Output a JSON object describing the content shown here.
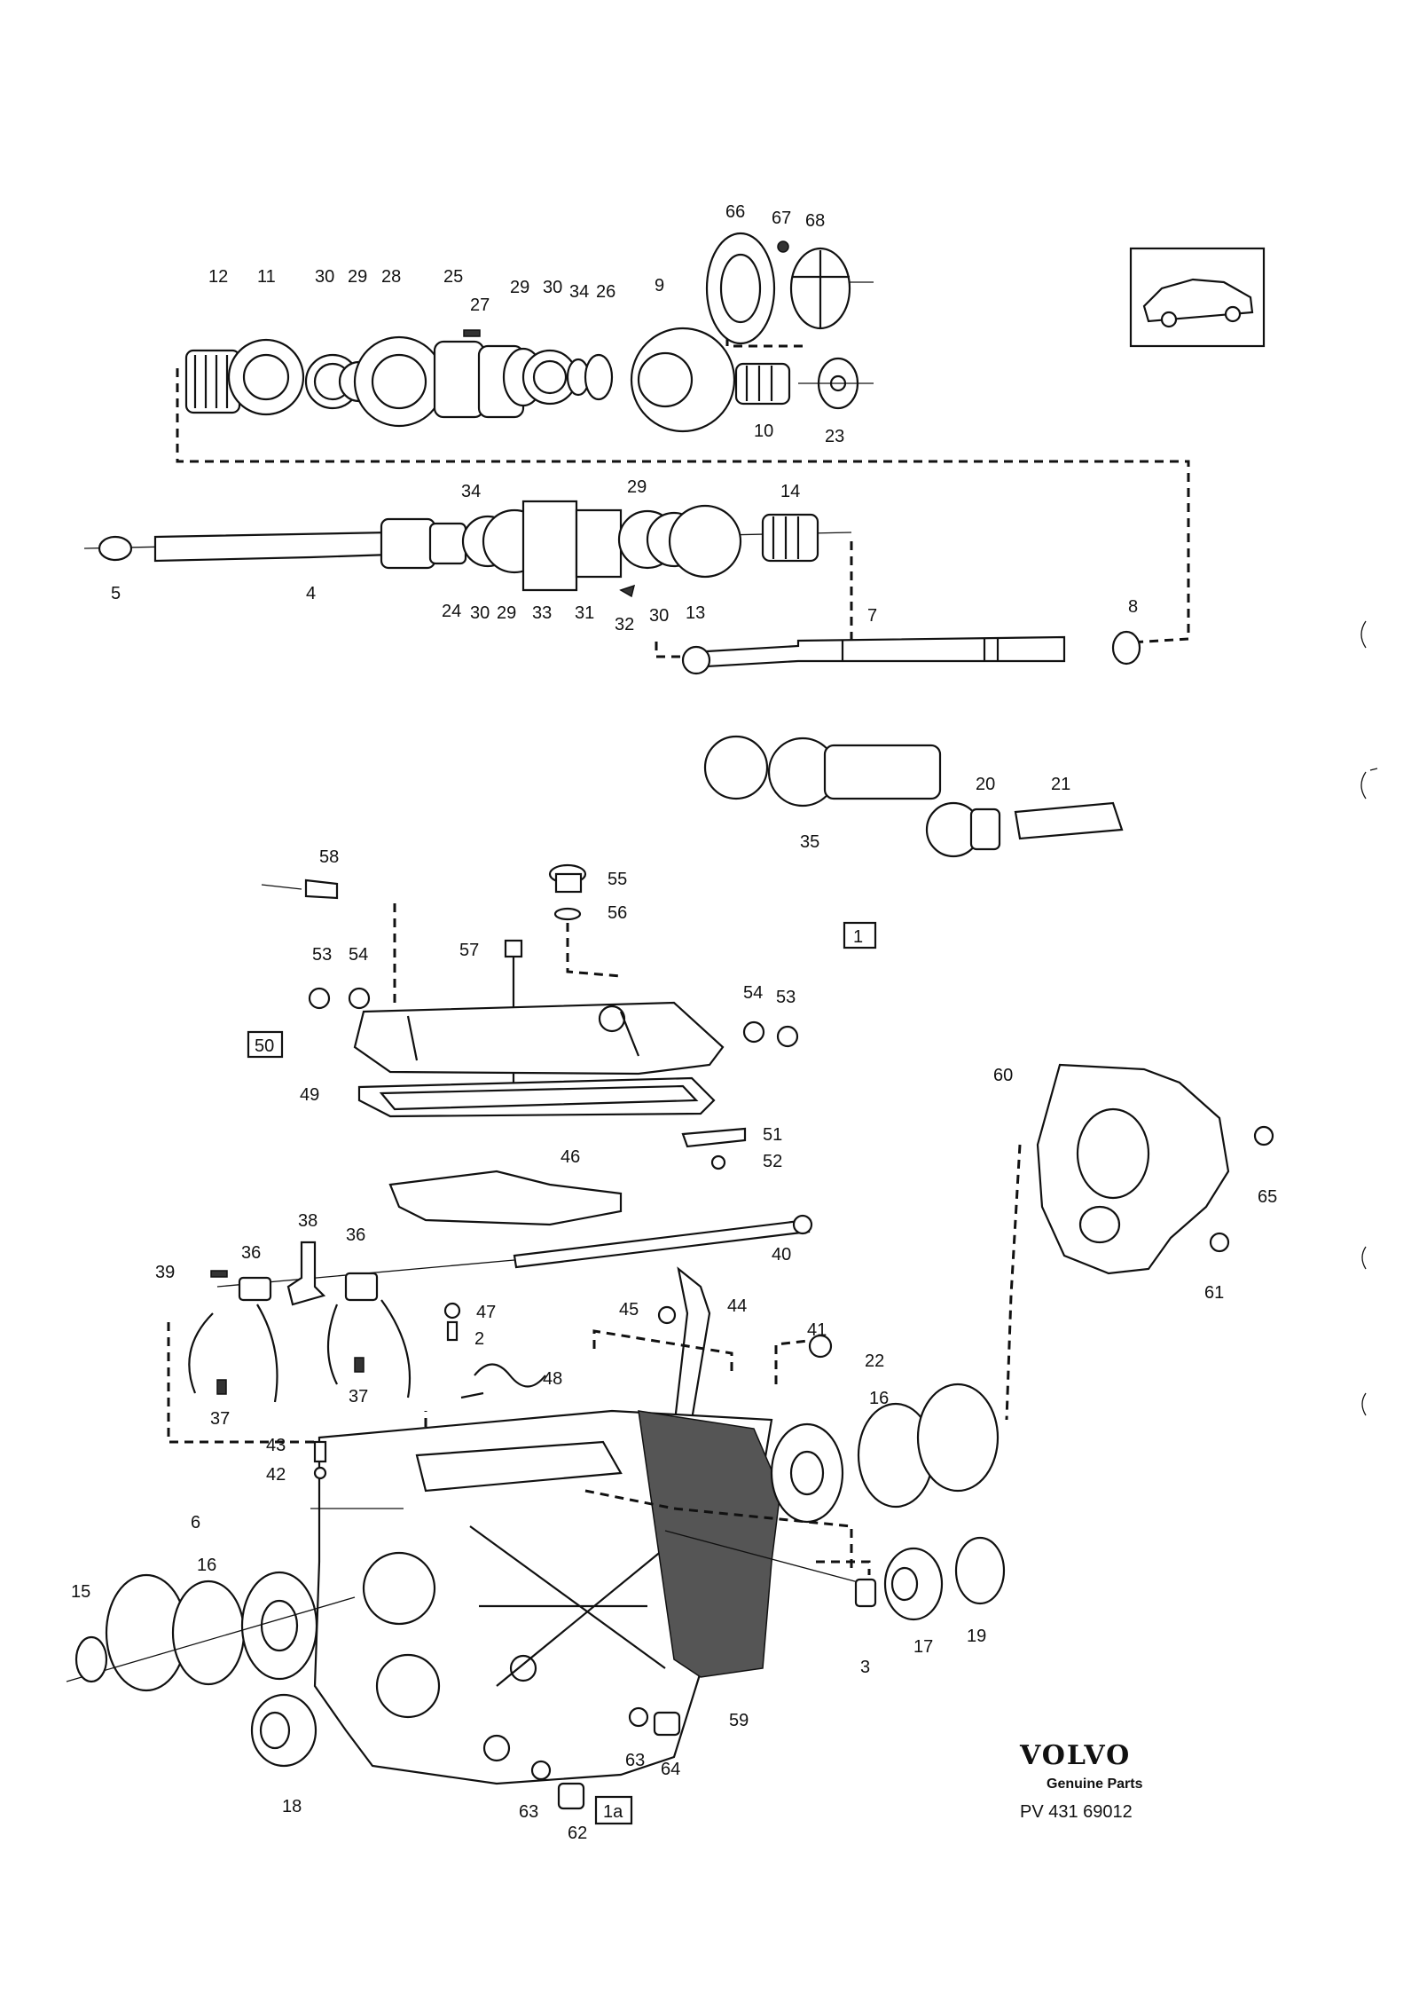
{
  "callouts": {
    "c12": "12",
    "c11": "11",
    "c30a": "30",
    "c29a": "29",
    "c28": "28",
    "c25": "25",
    "c27": "27",
    "c29b": "29",
    "c30b": "30",
    "c34a": "34",
    "c26": "26",
    "c9": "9",
    "c66": "66",
    "c67": "67",
    "c68": "68",
    "c10": "10",
    "c23": "23",
    "c5": "5",
    "c4": "4",
    "c34b": "34",
    "c24": "24",
    "c30c": "30",
    "c29c": "29",
    "c33": "33",
    "c31": "31",
    "c29d": "29",
    "c32": "32",
    "c30d": "30",
    "c13": "13",
    "c14": "14",
    "c7": "7",
    "c8": "8",
    "c35": "35",
    "c20": "20",
    "c21": "21",
    "c58": "58",
    "c55": "55",
    "c56": "56",
    "c57": "57",
    "c53a": "53",
    "c54a": "54",
    "c54b": "54",
    "c53b": "53",
    "c50": "50",
    "c49": "49",
    "c51": "51",
    "c52": "52",
    "c46": "46",
    "c60": "60",
    "c65": "65",
    "c61": "61",
    "c38": "38",
    "c36a": "36",
    "c36b": "36",
    "c39": "39",
    "c40": "40",
    "c47": "47",
    "c2": "2",
    "c48": "48",
    "c37a": "37",
    "c37b": "37",
    "c45": "45",
    "c44": "44",
    "c41": "41",
    "c22": "22",
    "c16a": "16",
    "c43": "43",
    "c42": "42",
    "c6": "6",
    "c16b": "16",
    "c15": "15",
    "c3": "3",
    "c17": "17",
    "c19": "19",
    "c59": "59",
    "c63a": "63",
    "c64": "64",
    "c63b": "63",
    "c62": "62",
    "c1a": "1a",
    "c18": "18",
    "c1": "1"
  },
  "brand": {
    "name": "VOLVO",
    "tagline": "Genuine Parts",
    "code": "PV 431 69012"
  }
}
